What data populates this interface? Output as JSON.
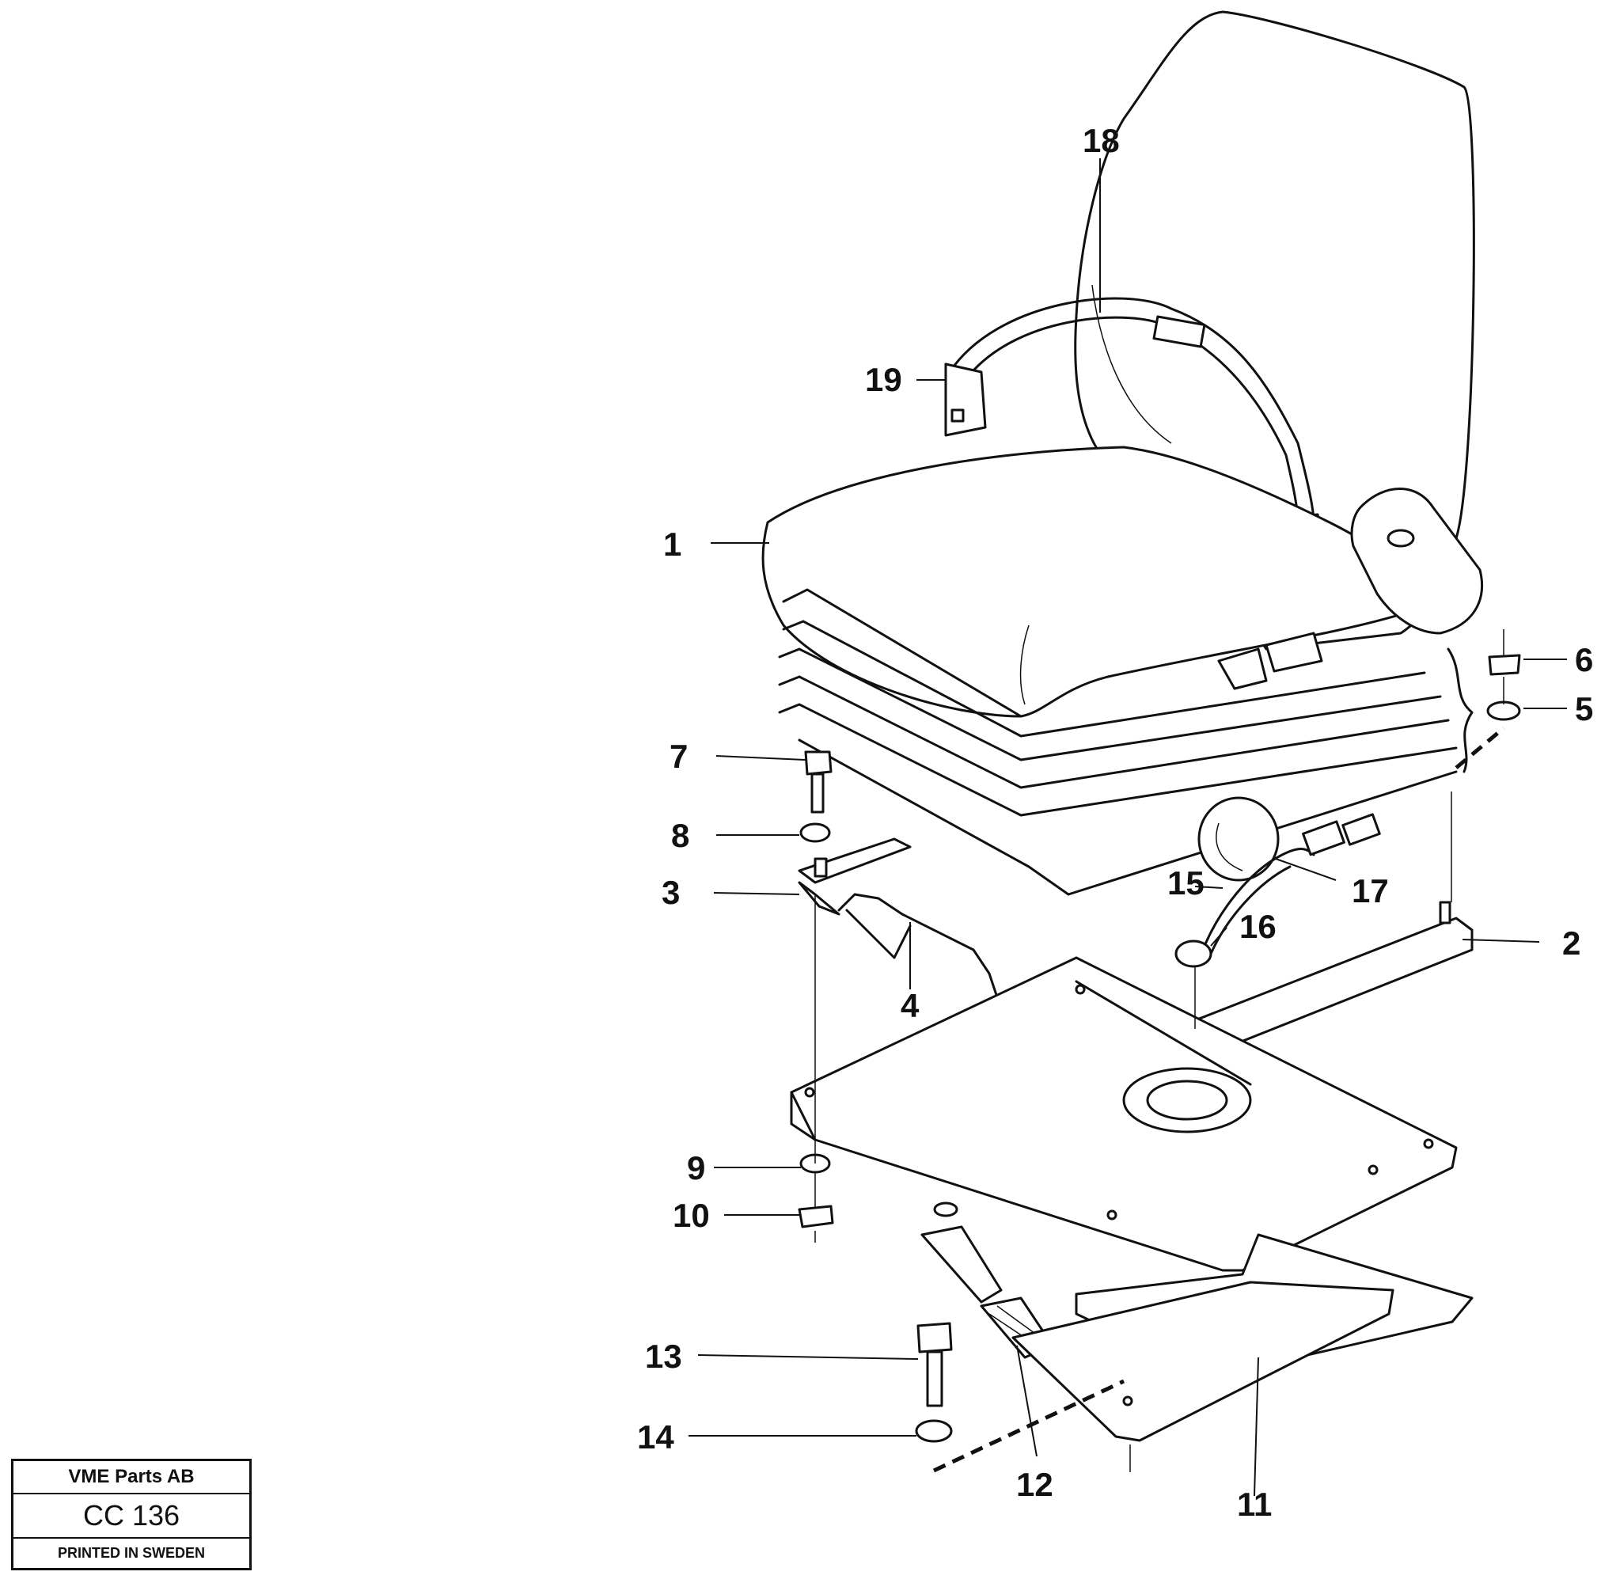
{
  "title_block": {
    "company": "VME Parts AB",
    "code": "CC 136",
    "printed": "PRINTED IN SWEDEN"
  },
  "callouts": {
    "c1": "1",
    "c2": "2",
    "c3": "3",
    "c4": "4",
    "c5": "5",
    "c6": "6",
    "c7": "7",
    "c8": "8",
    "c9": "9",
    "c10": "10",
    "c11": "11",
    "c12": "12",
    "c13": "13",
    "c14": "14",
    "c15": "15",
    "c16": "16",
    "c17": "17",
    "c18": "18",
    "c19": "19"
  }
}
